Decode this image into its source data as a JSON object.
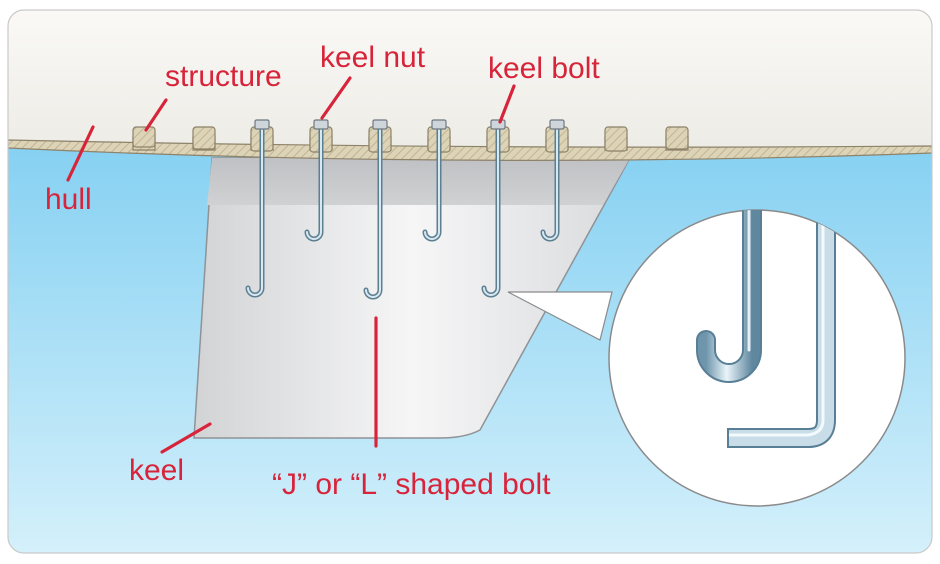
{
  "labels": {
    "hull": "hull",
    "structure": "structure",
    "keel_nut": "keel nut",
    "keel_bolt": "keel bolt",
    "keel": "keel",
    "bolt_shape": "“J” or “L” shaped bolt"
  },
  "colors": {
    "label": "#d8243a",
    "water": "#8fd3f4",
    "hull": "#f4f2ec",
    "structure": "#d8cfb5",
    "keel": "#e7e8e9",
    "bolt": "#a9c7d6"
  },
  "icons": {
    "j_bolt": "j-bolt-icon",
    "l_bolt": "l-bolt-icon"
  }
}
